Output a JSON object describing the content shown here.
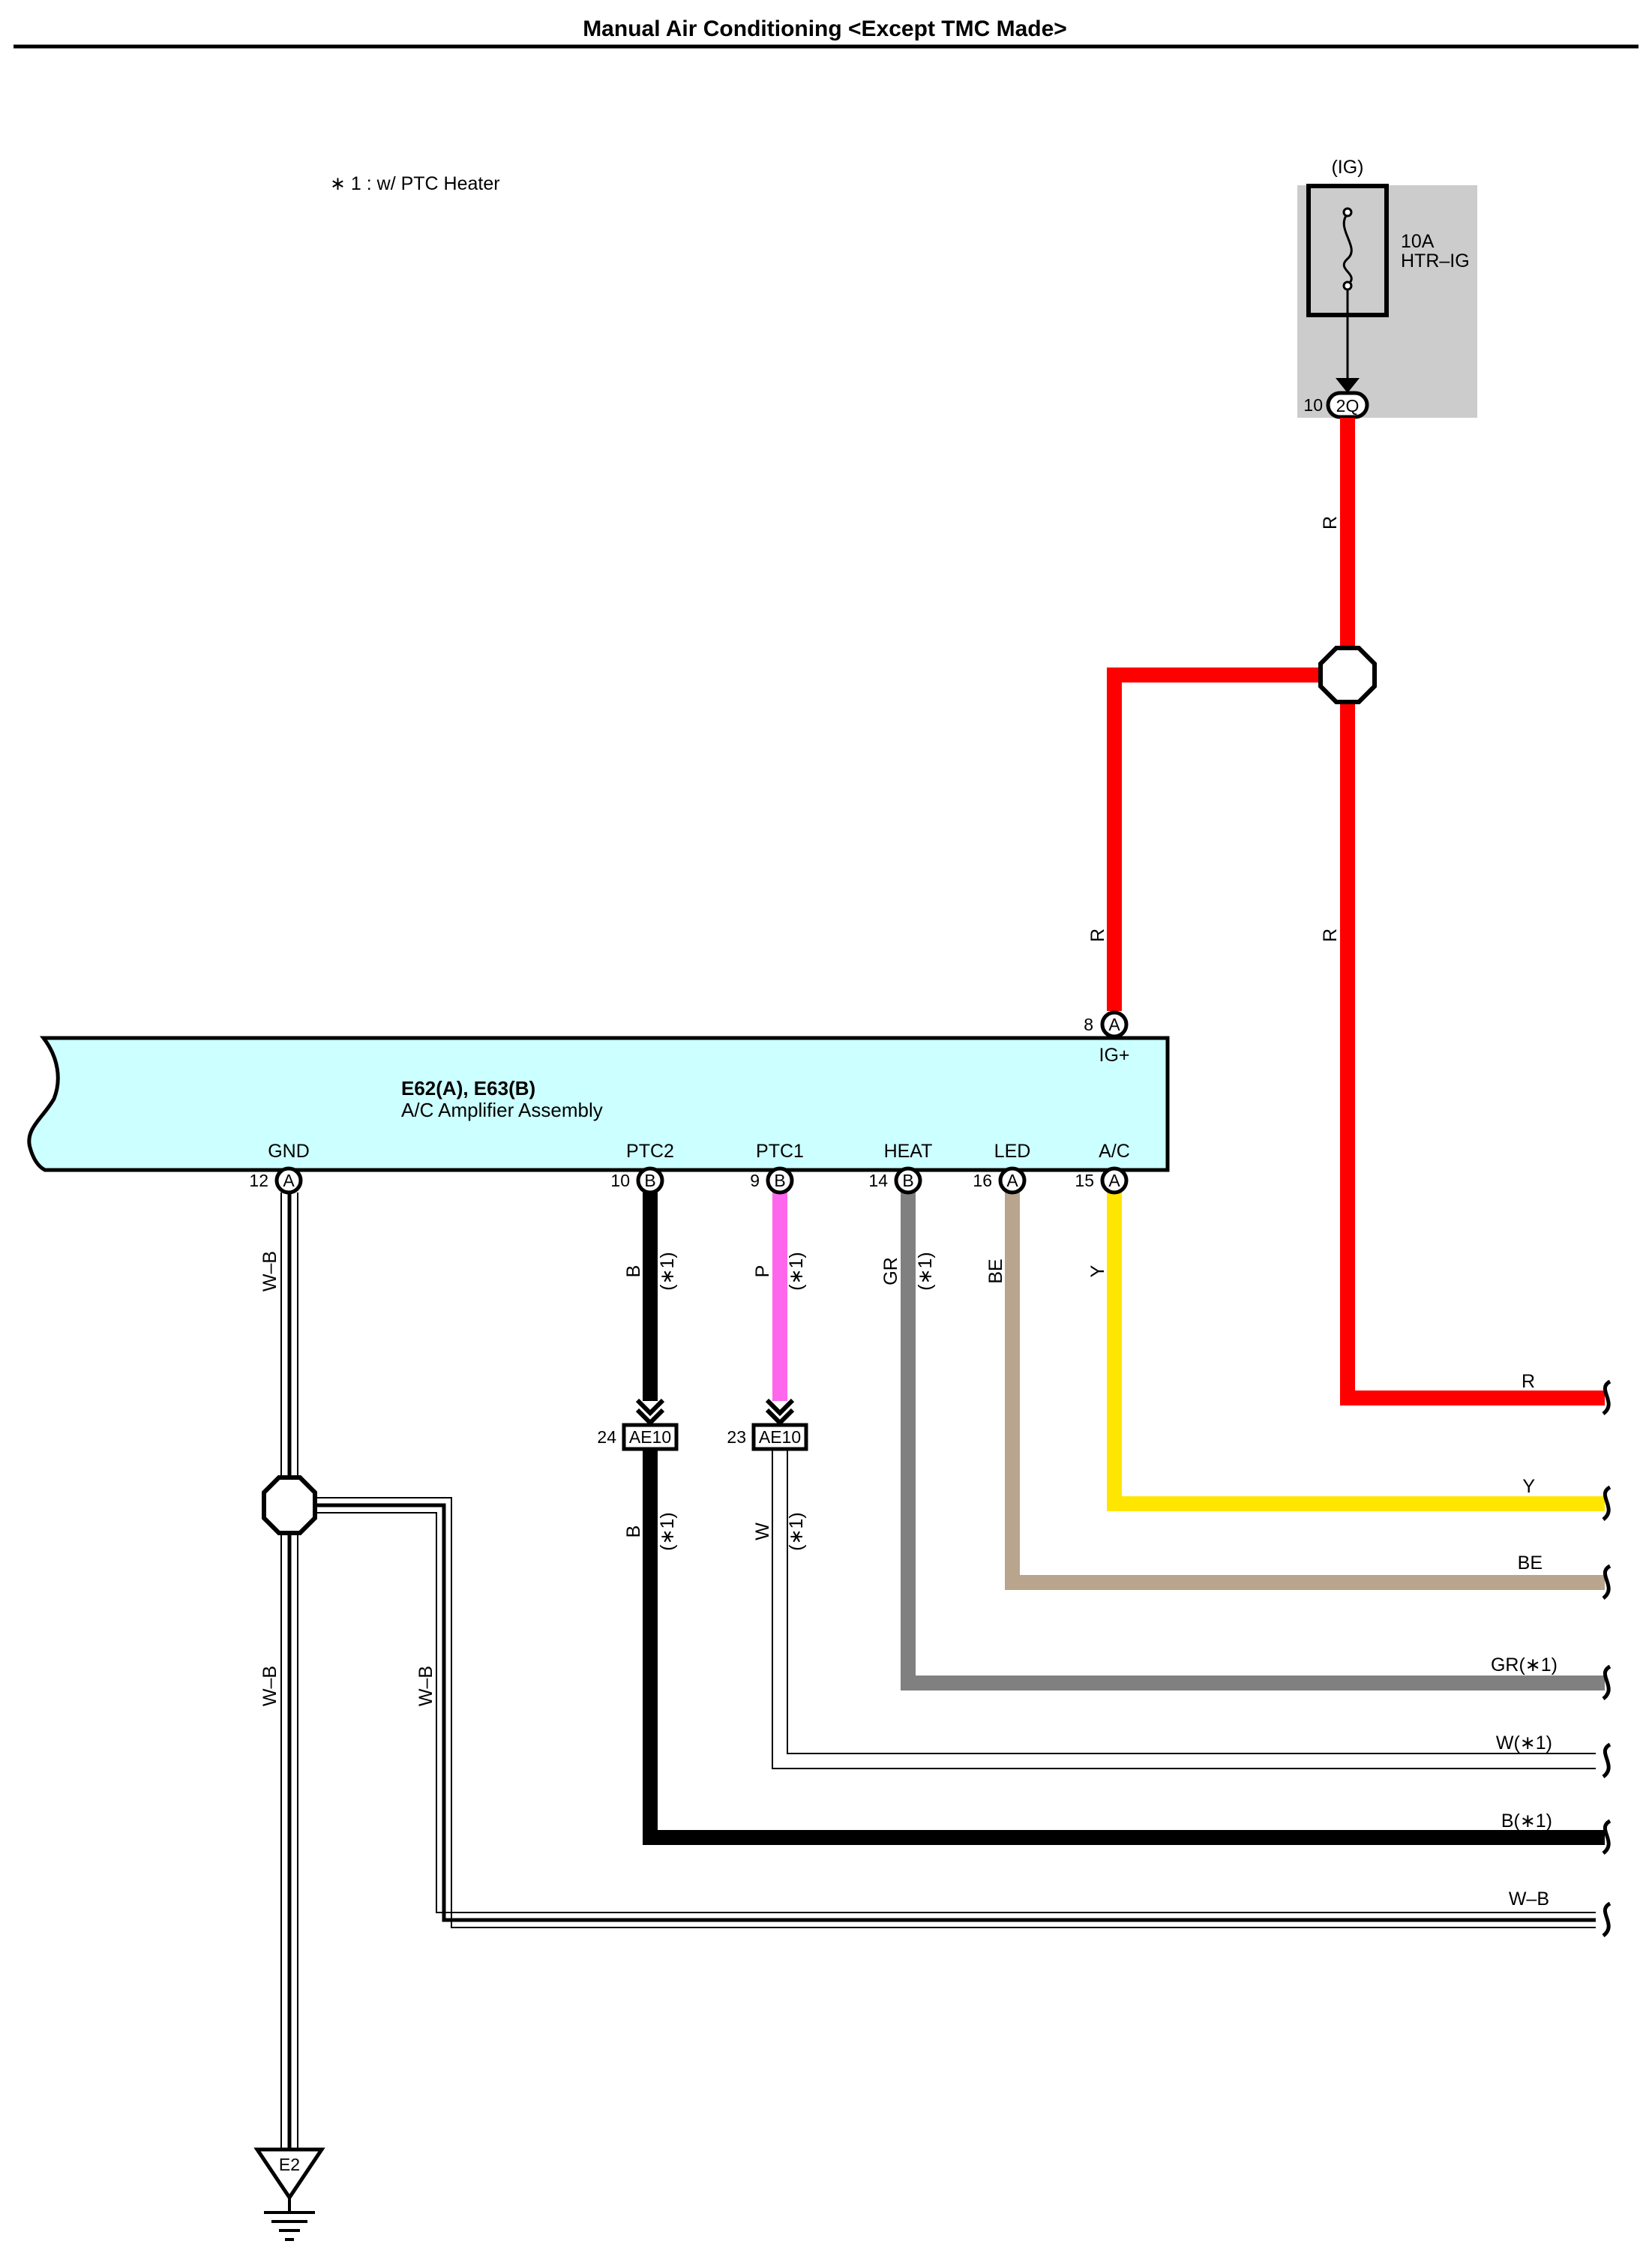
{
  "title": "Manual Air Conditioning <Except TMC Made>",
  "note": "∗ 1 : w/ PTC Heater",
  "fuse_block": {
    "supply": "(IG)",
    "rating": "10A",
    "name": "HTR–IG",
    "out_pin": "10",
    "out_connector": "2Q"
  },
  "amplifier": {
    "connectors": "E62(A), E63(B)",
    "name": "A/C Amplifier Assembly",
    "top_pin": {
      "num": "8",
      "conn": "A",
      "label": "IG+"
    },
    "bottom_pins": [
      {
        "num": "12",
        "conn": "A",
        "label": "GND"
      },
      {
        "num": "10",
        "conn": "B",
        "label": "PTC2"
      },
      {
        "num": "9",
        "conn": "B",
        "label": "PTC1"
      },
      {
        "num": "14",
        "conn": "B",
        "label": "HEAT"
      },
      {
        "num": "16",
        "conn": "A",
        "label": "LED"
      },
      {
        "num": "15",
        "conn": "A",
        "label": "A/C"
      }
    ]
  },
  "junction_connectors": [
    {
      "pin": "24",
      "name": "AE10"
    },
    {
      "pin": "23",
      "name": "AE10"
    }
  ],
  "wire_labels": {
    "fuse_out": "R",
    "ig_branch": "R",
    "main_down": "R",
    "gnd": "W–B",
    "gnd_lower": "W–B",
    "gnd_branch": "W–B",
    "ptc2_upper": "B",
    "ptc1_upper": "P",
    "heat": "GR",
    "led": "BE",
    "ac": "Y",
    "ptc2_lower": "B",
    "ptc1_lower": "W",
    "option_mark": "(∗1)"
  },
  "outputs": [
    {
      "label": "R",
      "color": "#ff0000"
    },
    {
      "label": "Y",
      "color": "#ffe600"
    },
    {
      "label": "BE",
      "color": "#b9a48d"
    },
    {
      "label": "GR(∗1)",
      "color": "#808080"
    },
    {
      "label": "W(∗1)",
      "color": "#ffffff"
    },
    {
      "label": "B(∗1)",
      "color": "#000000"
    },
    {
      "label": "W–B",
      "color": "#ffffff"
    }
  ],
  "ground": {
    "label": "E2"
  },
  "colors": {
    "red": "#ff0000",
    "yellow": "#ffe600",
    "beige": "#b9a48d",
    "gray": "#808080",
    "pink": "#ff66ee",
    "black": "#000000",
    "amplifier_fill": "#ccffff",
    "fuse_fill": "#cccccc"
  }
}
